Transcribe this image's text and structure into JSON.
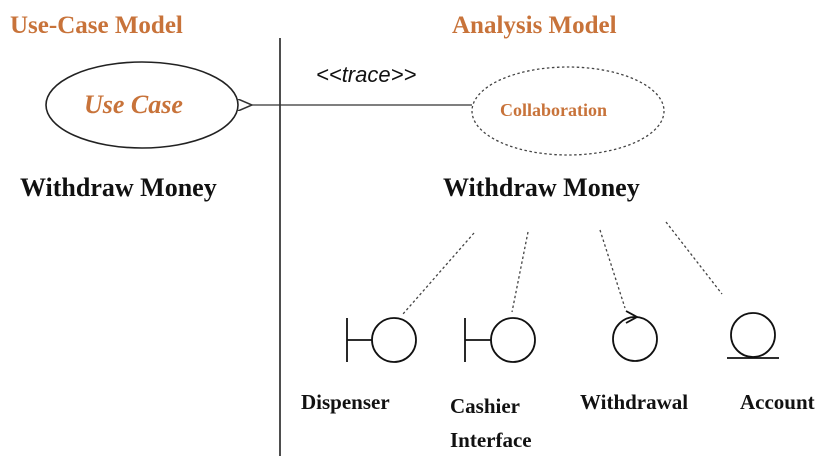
{
  "colors": {
    "heading": "#c8733a",
    "text": "#111111",
    "line": "#333333"
  },
  "use_case_model": {
    "heading": "Use-Case Model",
    "use_case_label": "Use Case",
    "name": "Withdraw Money"
  },
  "analysis_model": {
    "heading": "Analysis Model",
    "collaboration_label": "Collaboration",
    "name": "Withdraw Money",
    "trace_stereotype": "<<trace>>",
    "classes": [
      {
        "label": "Dispenser",
        "kind": "boundary-icon"
      },
      {
        "label": "Cashier Interface",
        "kind": "boundary-icon"
      },
      {
        "label": "Withdrawal",
        "kind": "control-icon"
      },
      {
        "label": "Account",
        "kind": "entity-icon"
      }
    ]
  }
}
